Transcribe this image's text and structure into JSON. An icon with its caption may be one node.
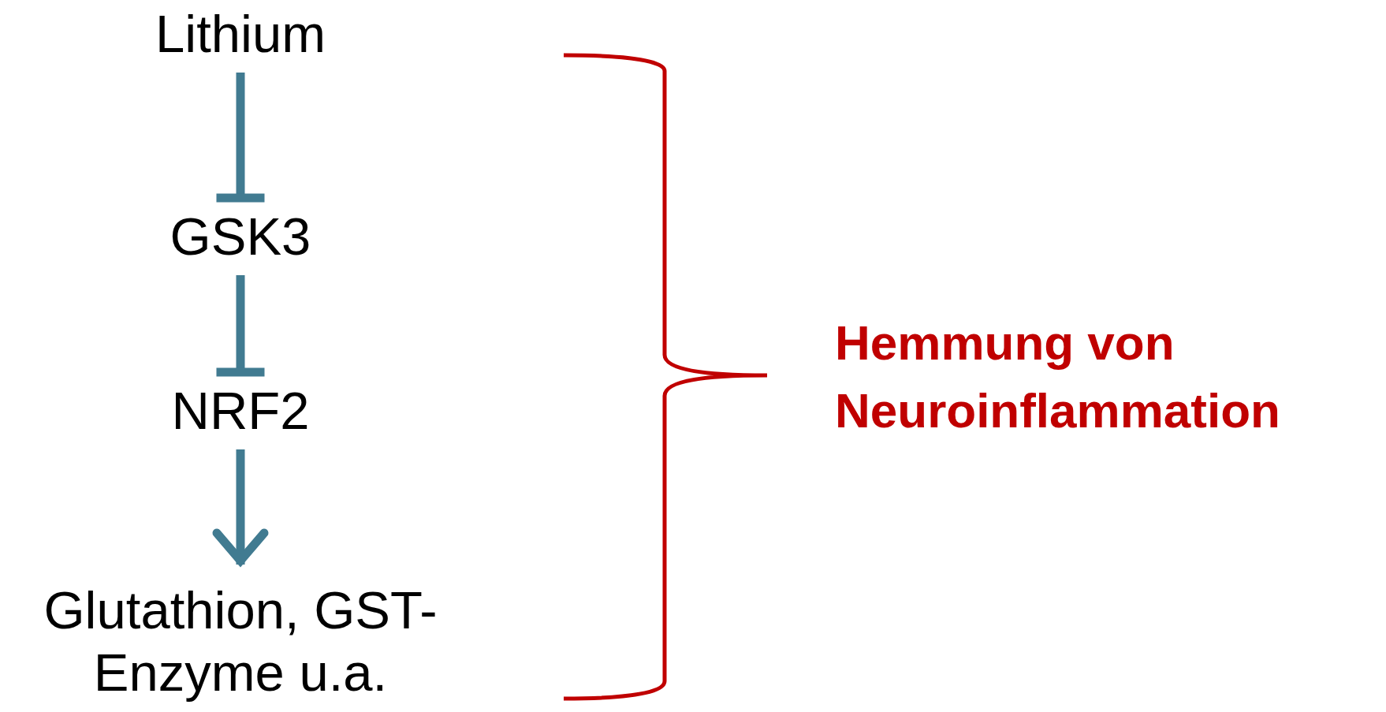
{
  "diagram": {
    "nodes": [
      {
        "text": [
          "Lithium"
        ]
      },
      {
        "text": [
          "GSK3"
        ]
      },
      {
        "text": [
          "NRF2"
        ]
      },
      {
        "text": [
          "Glutathion, GST-Enzyme u.a."
        ]
      }
    ],
    "edges": [
      {
        "from": 0,
        "to": 1,
        "arrow": "other"
      },
      {
        "from": 1,
        "to": 2,
        "arrow": "other"
      },
      {
        "from": 2,
        "to": 3,
        "arrow": "to"
      }
    ],
    "labels": [
      "Hemmung von Neuroinflammation"
    ]
  }
}
